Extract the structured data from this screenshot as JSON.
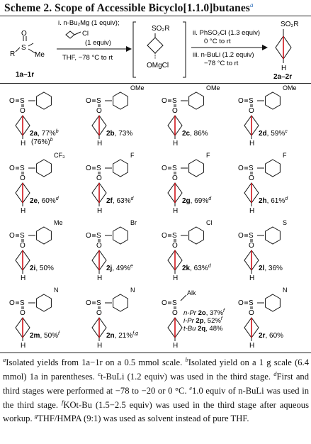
{
  "title": "Scheme 2. Scope of Accessible Bicyclo[1.1.0]butanes",
  "title_sup": "a",
  "scheme": {
    "step1_a": "i. n-Bu₂Mg (1 equiv);",
    "step1_b": "Cl",
    "step1_c": "(1 equiv)",
    "step1_d": "THF, −78 °C to rt",
    "step2_a": "ii. PhSO₂Cl (1.3 equiv)",
    "step2_b": "0 °C to rt",
    "step3_a": "iii. n-BuLi (1.2 equiv)",
    "step3_b": "−78 °C to rt",
    "sm_label": "1a–1r",
    "product_label": "2a–2r",
    "sm_r": "R",
    "sm_s": "S",
    "sm_me": "Me",
    "int_so2r": "SO₂R",
    "int_omgcl": "OMgCl",
    "prod_so2r": "SO₂R",
    "prod_h": "H"
  },
  "compounds": [
    {
      "id": "2a",
      "yield": ", 77%",
      "extra": "(76%)",
      "sup": "b",
      "sub": ""
    },
    {
      "id": "2b",
      "yield": ", 73%",
      "sup": "",
      "sub": "OMe"
    },
    {
      "id": "2c",
      "yield": ", 86%",
      "sup": "",
      "sub": "OMe"
    },
    {
      "id": "2d",
      "yield": ", 59%",
      "sup": "c",
      "sub": "OMe"
    },
    {
      "id": "2e",
      "yield": ", 60%",
      "sup": "d",
      "sub": "CF₃"
    },
    {
      "id": "2f",
      "yield": ", 63%",
      "sup": "d",
      "sub": "F"
    },
    {
      "id": "2g",
      "yield": ", 69%",
      "sup": "d",
      "sub": "F"
    },
    {
      "id": "2h",
      "yield": ", 61%",
      "sup": "d",
      "sub": "F"
    },
    {
      "id": "2i",
      "yield": ", 50%",
      "sup": "",
      "sub": "Me"
    },
    {
      "id": "2j",
      "yield": ", 49%",
      "sup": "e",
      "sub": "Br"
    },
    {
      "id": "2k",
      "yield": ", 63%",
      "sup": "d",
      "sub": "Cl"
    },
    {
      "id": "2l",
      "yield": ", 36%",
      "sup": "",
      "sub": "S"
    },
    {
      "id": "2m",
      "yield": ", 50%",
      "sup": "f",
      "sub": "N"
    },
    {
      "id": "2n",
      "yield": ", 21%",
      "sup": "f,g",
      "sub": "N"
    },
    {
      "id": "2r",
      "yield": ", 60%",
      "sup": "",
      "sub": "N"
    }
  ],
  "alk": {
    "label": "Alk",
    "rows": [
      {
        "prefix": "n-Pr",
        "id": "2o",
        "yield": ", 37%",
        "sup": "f"
      },
      {
        "prefix": "i-Pr",
        "id": "2p",
        "yield": ", 52%",
        "sup": "f"
      },
      {
        "prefix": "t-Bu",
        "id": "2q",
        "yield": ", 48%",
        "sup": ""
      }
    ]
  },
  "atoms": {
    "S": "S",
    "O": "O",
    "H": "H",
    "Me": "Me",
    "F": "F"
  },
  "footnotes": {
    "a": "Isolated yields from 1a−1r on a 0.5 mmol scale.",
    "b": "Isolated yield on a 1 g scale (6.4 mmol) 1a in parentheses.",
    "c": "t-BuLi (1.2 equiv) was used in the third stage.",
    "d": "First and third stages were performed at −78 to −20 or 0 °C.",
    "e": "1.0 equiv of n-BuLi was used in the third stage.",
    "f": "KOt-Bu (1.5−2.5 equiv) was used in the third stage after aqueous workup.",
    "g": "THF/HMPA (9:1) was used as solvent instead of pure THF."
  },
  "colors": {
    "bcb_bond": "#d0141b",
    "title_sup": "#2a6bb8"
  }
}
